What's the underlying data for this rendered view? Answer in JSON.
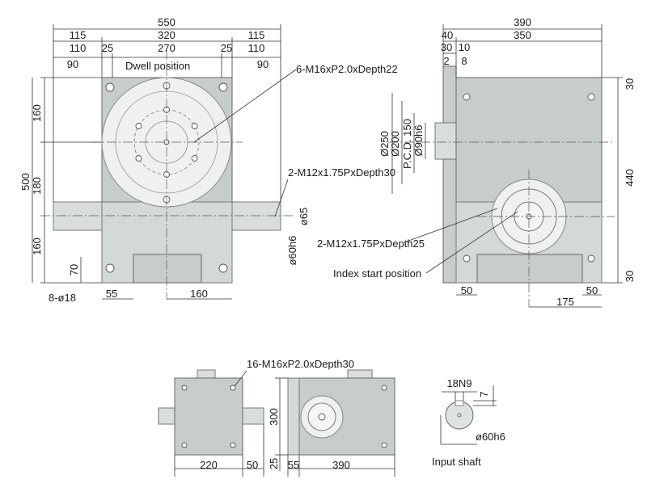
{
  "front": {
    "d550": "550",
    "d115l": "115",
    "d320": "320",
    "d115r": "115",
    "d110l": "110",
    "d25l": "25",
    "d270": "270",
    "d25r": "25",
    "d110r": "110",
    "d90l": "90",
    "d90r": "90",
    "dwell": "Dwell position",
    "tap6": "6-M16xP2.0xDepth22",
    "tap2a": "2-M12x1.75PxDepth30",
    "d160t": "160",
    "d180": "180",
    "d500": "500",
    "d160b": "160",
    "d70": "70",
    "dia65": "ø65",
    "dia60": "ø60h6",
    "hole8": "8-ø18",
    "d55": "55",
    "d160f": "160"
  },
  "side": {
    "d390": "390",
    "d40": "40",
    "d350": "350",
    "d30": "30",
    "d10": "10",
    "d2": "2",
    "d8": "8",
    "d30t": "30",
    "d440": "440",
    "d30b": "30",
    "dia250": "Ø250",
    "dia200": "Ø200",
    "pcd": "P.C.D. 150",
    "dia90": "Ø90h6",
    "tap2b": "2-M12x1.75PxDepth25",
    "index": "Index start position",
    "d50l": "50",
    "d50r": "50",
    "d175": "175"
  },
  "bottom": {
    "tap16": "16-M16xP2.0xDepth30",
    "d220": "220",
    "d50": "50",
    "d300": "300",
    "d25": "25",
    "d55": "55",
    "d390": "390"
  },
  "input": {
    "key": "18N9",
    "d7": "7",
    "dia": "ø60h6",
    "title": "Input shaft"
  }
}
